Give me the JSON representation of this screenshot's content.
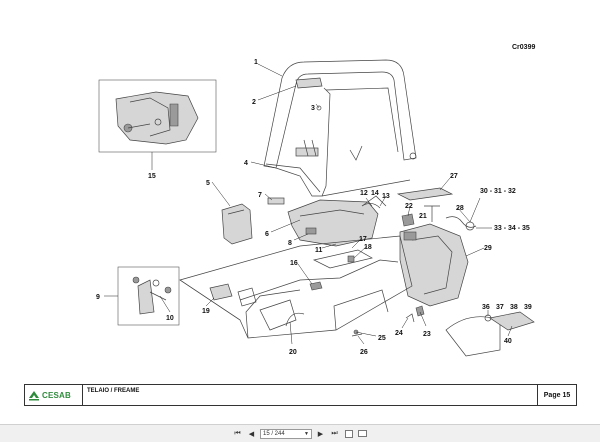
{
  "drawing": {
    "code": "Cr0399",
    "callouts": [
      "1",
      "2",
      "3",
      "4",
      "5",
      "6",
      "7",
      "8",
      "9",
      "10",
      "11",
      "12",
      "13",
      "14",
      "15",
      "16",
      "17",
      "18",
      "19",
      "20",
      "21",
      "22",
      "23",
      "24",
      "25",
      "26",
      "27",
      "28",
      "29",
      "30 - 31 - 32",
      "33 - 34 - 35",
      "36",
      "37",
      "38",
      "39",
      "40"
    ]
  },
  "title_block": {
    "logo": "CESAB",
    "title": "TELAIO / FREAME",
    "page_label": "Page 15"
  },
  "viewer": {
    "page_indicator": "15 / 244",
    "icons": [
      "first-page-icon",
      "prev-page-icon",
      "next-page-icon",
      "last-page-icon",
      "fit-page-icon",
      "fit-width-icon"
    ]
  }
}
